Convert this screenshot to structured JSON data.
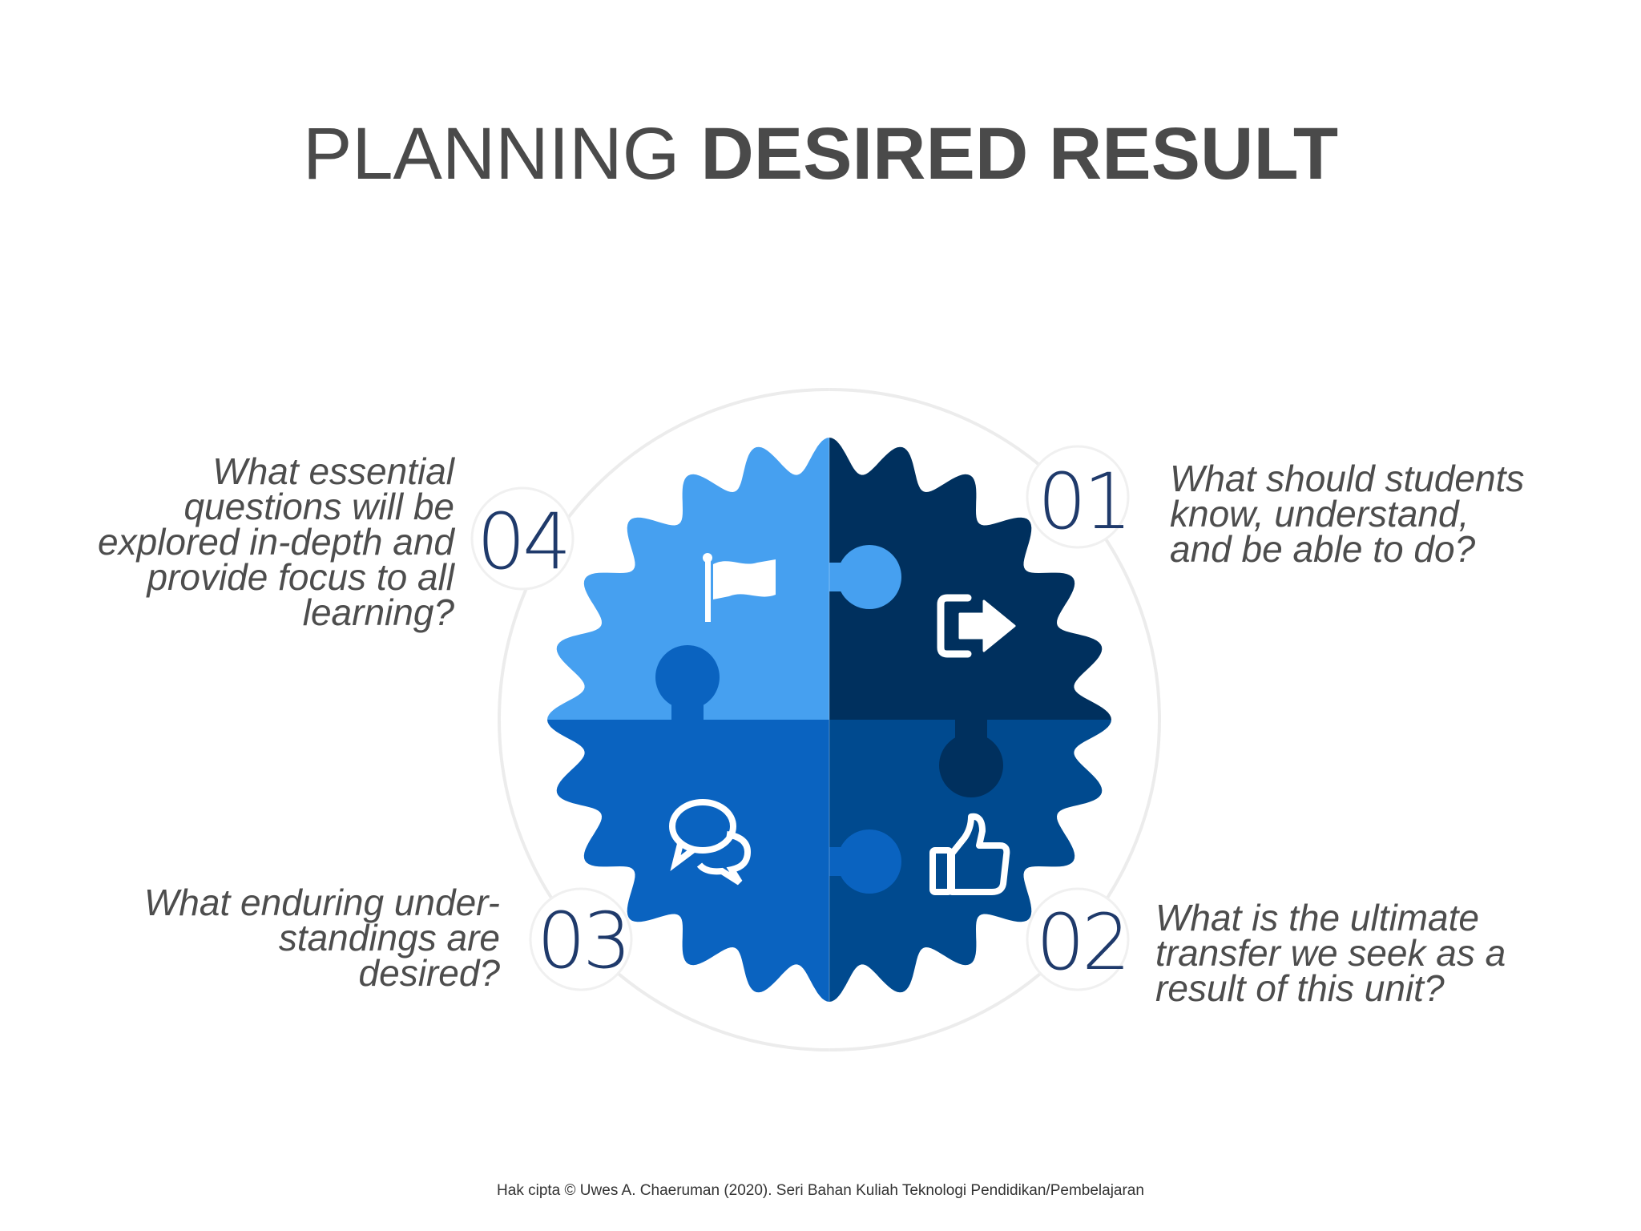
{
  "title": {
    "light": "PLANNING",
    "bold": "DESIRED RESULT"
  },
  "quadrants": [
    {
      "number": "01",
      "question": "What should students know, understand, and be able to do?",
      "lines": [
        "What should students",
        "know, understand,",
        "and be able to do?"
      ],
      "icon": "sign-out-arrow-icon",
      "color": "#00305e"
    },
    {
      "number": "02",
      "question": "What is the ultimate transfer we seek as a result of this unit?",
      "lines": [
        "What is the ultimate",
        "transfer we seek as a",
        "result of this unit?"
      ],
      "icon": "thumbs-up-icon",
      "color": "#004a8f"
    },
    {
      "number": "03",
      "question": "What enduring understandings are desired?",
      "lines": [
        "What enduring under-",
        "standings are",
        "desired?"
      ],
      "icon": "chat-bubbles-icon",
      "color": "#0a63c0"
    },
    {
      "number": "04",
      "question": "What essential questions will be explored in-depth and provide focus to all learning?",
      "lines": [
        "What essential",
        "questions will be",
        "explored in-depth and",
        "provide focus to all",
        "learning?"
      ],
      "icon": "flag-icon",
      "color": "#46a0f0"
    }
  ],
  "footer": "Hak cipta © Uwes A. Chaeruman (2020). Seri Bahan Kuliah Teknologi Pendidikan/Pembelajaran"
}
